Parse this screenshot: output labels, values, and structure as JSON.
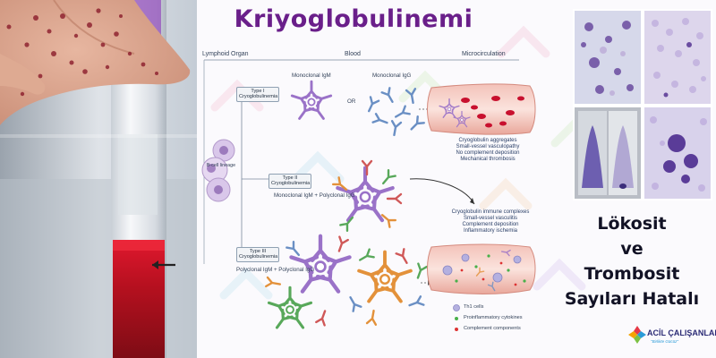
{
  "title": "Kriyoglobulinemi",
  "stages": {
    "lymphoid": "Lymphoid Organ",
    "blood": "Blood",
    "micro": "Microcirculation"
  },
  "bcell_label": "B-cell lineage",
  "types": {
    "t1": "Type I Cryoglobulinemia",
    "t2": "Type II Cryoglobulinemia",
    "t3": "Type III Cryoglobulinemia"
  },
  "antibodies": {
    "mono_igm": "Monoclonal IgM",
    "or": "OR",
    "mono_igg": "Monoclonal IgG",
    "t2_combo": "Monoclonal IgM + Polyclonal IgG",
    "t3_combo": "Polyclonal IgM + Polyclonal IgG"
  },
  "outcomes": {
    "a": [
      "Cryoglobulin aggregates",
      "Small-vessel vasculopathy",
      "No complement deposition",
      "Mechanical thrombosis"
    ],
    "b": [
      "Cryoglobulin immune complexes",
      "Small-vessel vasculitis",
      "Complement deposition",
      "Inflammatory ischemia"
    ]
  },
  "legend": {
    "th1": "Th1 cells",
    "cytokines": "Proinflammatory cytokines",
    "complement": "Complement components"
  },
  "right_text": [
    "Lökosit",
    "ve",
    "Trombosit",
    "Sayıları Hatalı"
  ],
  "logo": {
    "name": "ACİL ÇALIŞANLARI",
    "slogan": "\"Birlikte Gücüz\""
  },
  "colors": {
    "title": "#6a1f8a",
    "igm_purple": "#9a72c8",
    "igg_blue": "#6a8fc4",
    "igg_orange": "#e3913a",
    "igg_green": "#58a85a",
    "igg_red": "#d05858",
    "blood": "#c8102e",
    "vessel": "#ecaea4"
  }
}
